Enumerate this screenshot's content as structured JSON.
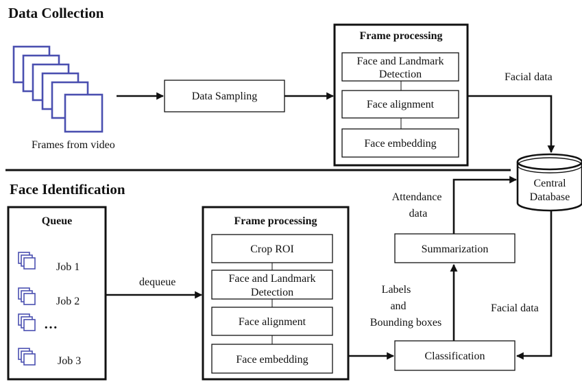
{
  "sections": {
    "data_collection": "Data Collection",
    "face_identification": "Face Identification"
  },
  "top": {
    "frames_caption": "Frames from video",
    "data_sampling": "Data Sampling",
    "frame_processing_title": "Frame processing",
    "steps": [
      [
        "Face and Landmark",
        "Detection"
      ],
      [
        "Face alignment"
      ],
      [
        "Face embedding"
      ]
    ],
    "facial_data": "Facial data"
  },
  "database": {
    "line1": "Central",
    "line2": "Database"
  },
  "bottom": {
    "queue_title": "Queue",
    "jobs": [
      "Job 1",
      "Job 2",
      "…",
      "Job 3"
    ],
    "dequeue": "dequeue",
    "frame_processing_title": "Frame processing",
    "steps": [
      [
        "Crop ROI"
      ],
      [
        "Face and Landmark",
        "Detection"
      ],
      [
        "Face alignment"
      ],
      [
        "Face embedding"
      ]
    ],
    "labels_line1": "Labels",
    "labels_line2": "and",
    "labels_line3": "Bounding boxes",
    "attendance_line1": "Attendance",
    "attendance_line2": "data",
    "summarization": "Summarization",
    "classification": "Classification",
    "facial_data": "Facial data"
  }
}
